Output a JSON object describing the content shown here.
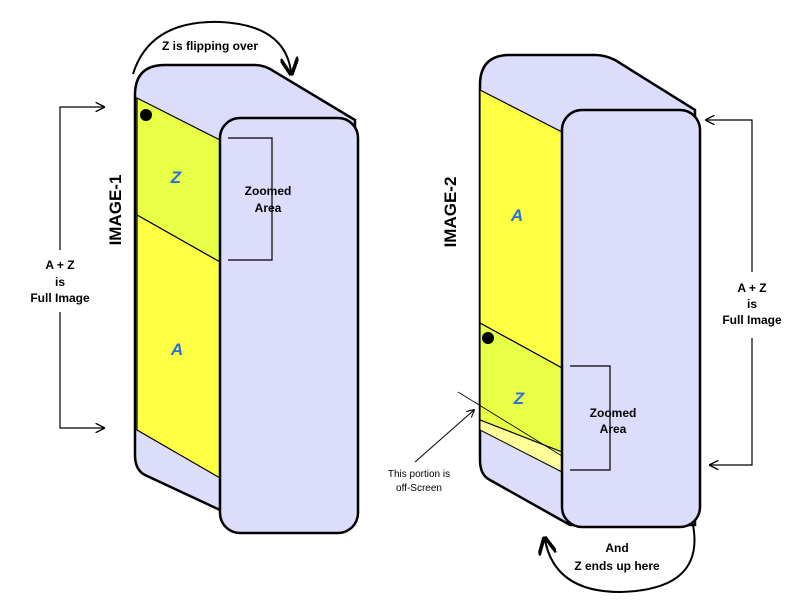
{
  "image1": {
    "title": "IMAGE-1",
    "top_caption": "Z is flipping over",
    "segment_z": "Z",
    "segment_a": "A",
    "zoomed_label": [
      "Zoomed",
      "Area"
    ],
    "full_image_label": [
      "A + Z",
      "is",
      "Full Image"
    ]
  },
  "image2": {
    "title": "IMAGE-2",
    "segment_a": "A",
    "segment_z": "Z",
    "zoomed_label": [
      "Zoomed",
      "Area"
    ],
    "full_image_label": [
      "A + Z",
      "is",
      "Full Image"
    ],
    "offscreen_note": [
      "This portion is",
      "off-Screen"
    ],
    "bottom_caption": [
      "And",
      "Z ends up here"
    ]
  },
  "colors": {
    "panel": "#dcdcfb",
    "yellow_a": "#ffff44",
    "yellow_z": "#e7ff44",
    "offscreen_yellow": "#ffff99",
    "outline": "#000000",
    "letter": "#2a6fe0"
  }
}
